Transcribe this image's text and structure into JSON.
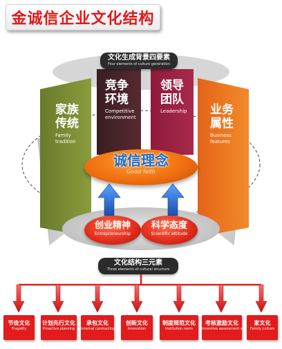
{
  "title": "金诚信企业文化结构",
  "top_banner": {
    "main": "文化生成背景四要素",
    "sub": "Four elements of culture generation"
  },
  "pillars": [
    {
      "main_line1": "家族",
      "main_line2": "传统",
      "sub": "Family tradition",
      "color": "#7a8c34"
    },
    {
      "main_line1": "竞争",
      "main_line2": "环境",
      "sub": "Competitive environment",
      "color": "#48262a"
    },
    {
      "main_line1": "领导",
      "main_line2": "团队",
      "sub": "Leadership",
      "color": "#9c2244"
    },
    {
      "main_line1": "业务",
      "main_line2": "属性",
      "sub": "Business features",
      "color": "#ec7420"
    }
  ],
  "core": {
    "main": "诚信理念",
    "sub": "Good faith",
    "color": "#f07a14",
    "text_color": "#1b6cc8"
  },
  "spirits": [
    {
      "main": "创业精神",
      "sub": "Entrepreneurship"
    },
    {
      "main": "科学态度",
      "sub": "Scientific attitude"
    }
  ],
  "mid_banner": {
    "main": "文化结构三元素",
    "sub": "Three elements of cultural structure"
  },
  "sub_cultures": [
    {
      "main": "节俭文化",
      "sub": "Frugality"
    },
    {
      "main": "计划先行文化",
      "sub": "Proactive planning"
    },
    {
      "main": "承包文化",
      "sub": "Internal contracting"
    },
    {
      "main": "创新文化",
      "sub": "Innovation"
    },
    {
      "main": "制度规范文化",
      "sub": "Institution norm"
    },
    {
      "main": "考核激励文化",
      "sub": "Incentive assessment system"
    },
    {
      "main": "家文化",
      "sub": "Family culture"
    }
  ],
  "colors": {
    "accent_red": "#e21c1c",
    "banner_dark": "#2b2b2b",
    "arrow_blue": "#2a6fd0"
  }
}
